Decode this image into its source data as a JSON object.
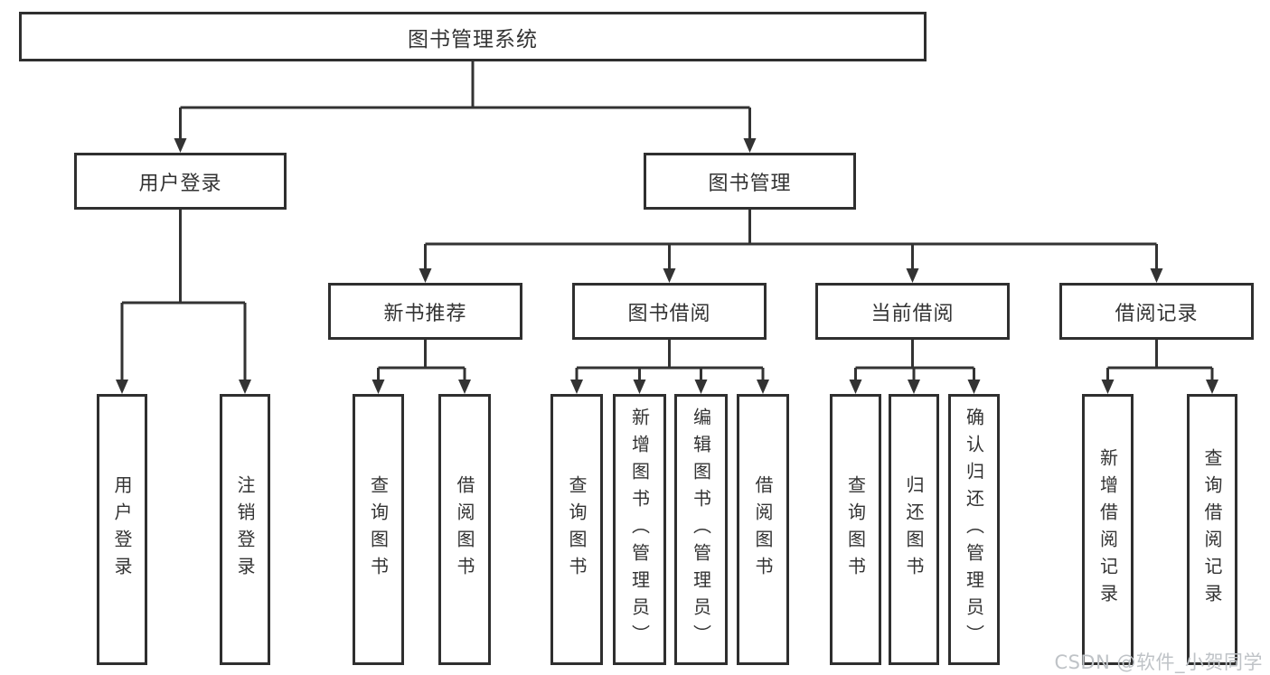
{
  "diagram_type": "hierarchy-tree",
  "tree": {
    "label": "图书管理系统",
    "children": [
      {
        "label": "用户登录",
        "children": [
          {
            "label": "用户登录"
          },
          {
            "label": "注销登录"
          }
        ]
      },
      {
        "label": "图书管理",
        "children": [
          {
            "label": "新书推荐",
            "children": [
              {
                "label": "查询图书"
              },
              {
                "label": "借阅图书"
              }
            ]
          },
          {
            "label": "图书借阅",
            "children": [
              {
                "label": "查询图书"
              },
              {
                "label": "新增图书（管理员）"
              },
              {
                "label": "编辑图书（管理员）"
              },
              {
                "label": "借阅图书"
              }
            ]
          },
          {
            "label": "当前借阅",
            "children": [
              {
                "label": "查询图书"
              },
              {
                "label": "归还图书"
              },
              {
                "label": "确认归还（管理员）"
              }
            ]
          },
          {
            "label": "借阅记录",
            "children": [
              {
                "label": "新增借阅记录"
              },
              {
                "label": "查询借阅记录"
              }
            ]
          }
        ]
      }
    ]
  },
  "watermark": {
    "text": "CSDN @软件_小贺同学"
  },
  "colors": {
    "background": "#ffffff",
    "box_border": "#2f2f2f",
    "connector_line": "#333333",
    "text": "#333333",
    "watermark_text": "#bfc3c7"
  }
}
